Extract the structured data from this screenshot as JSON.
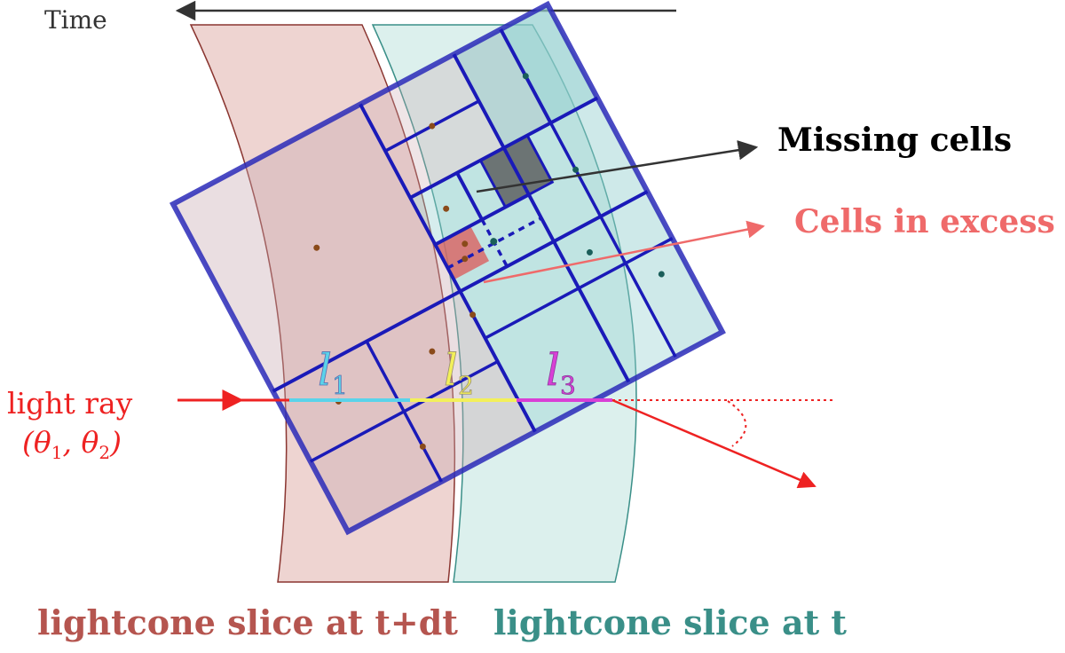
{
  "time_axis": {
    "label": "Time"
  },
  "annotations": {
    "missing_cells": "Missing cells",
    "cells_in_excess": "Cells in excess"
  },
  "light_ray": {
    "label": "light ray",
    "angles": "(θ1, θ2)",
    "angles_parts": {
      "open": "(θ",
      "sub1": "1",
      "comma": ", θ",
      "sub2": "2",
      "close": ")"
    }
  },
  "segments": [
    {
      "symbol": "l",
      "subscript": "1",
      "color": "#5ad3ea"
    },
    {
      "symbol": "l",
      "subscript": "2",
      "color": "#f3f05a"
    },
    {
      "symbol": "l",
      "subscript": "3",
      "color": "#d93fd6"
    }
  ],
  "slices": {
    "earlier": {
      "label": "lightcone slice at t+dt",
      "color": "#b5554f"
    },
    "current": {
      "label": "lightcone slice at t",
      "color": "#3a8f88"
    }
  },
  "colors": {
    "grid": "#1a1ab8",
    "ray": "#ee2222",
    "missing_fill": "#555555",
    "excess_fill": "#d96060",
    "dot_earlier": "#8a4a1a",
    "dot_current": "#1a5e5a"
  }
}
